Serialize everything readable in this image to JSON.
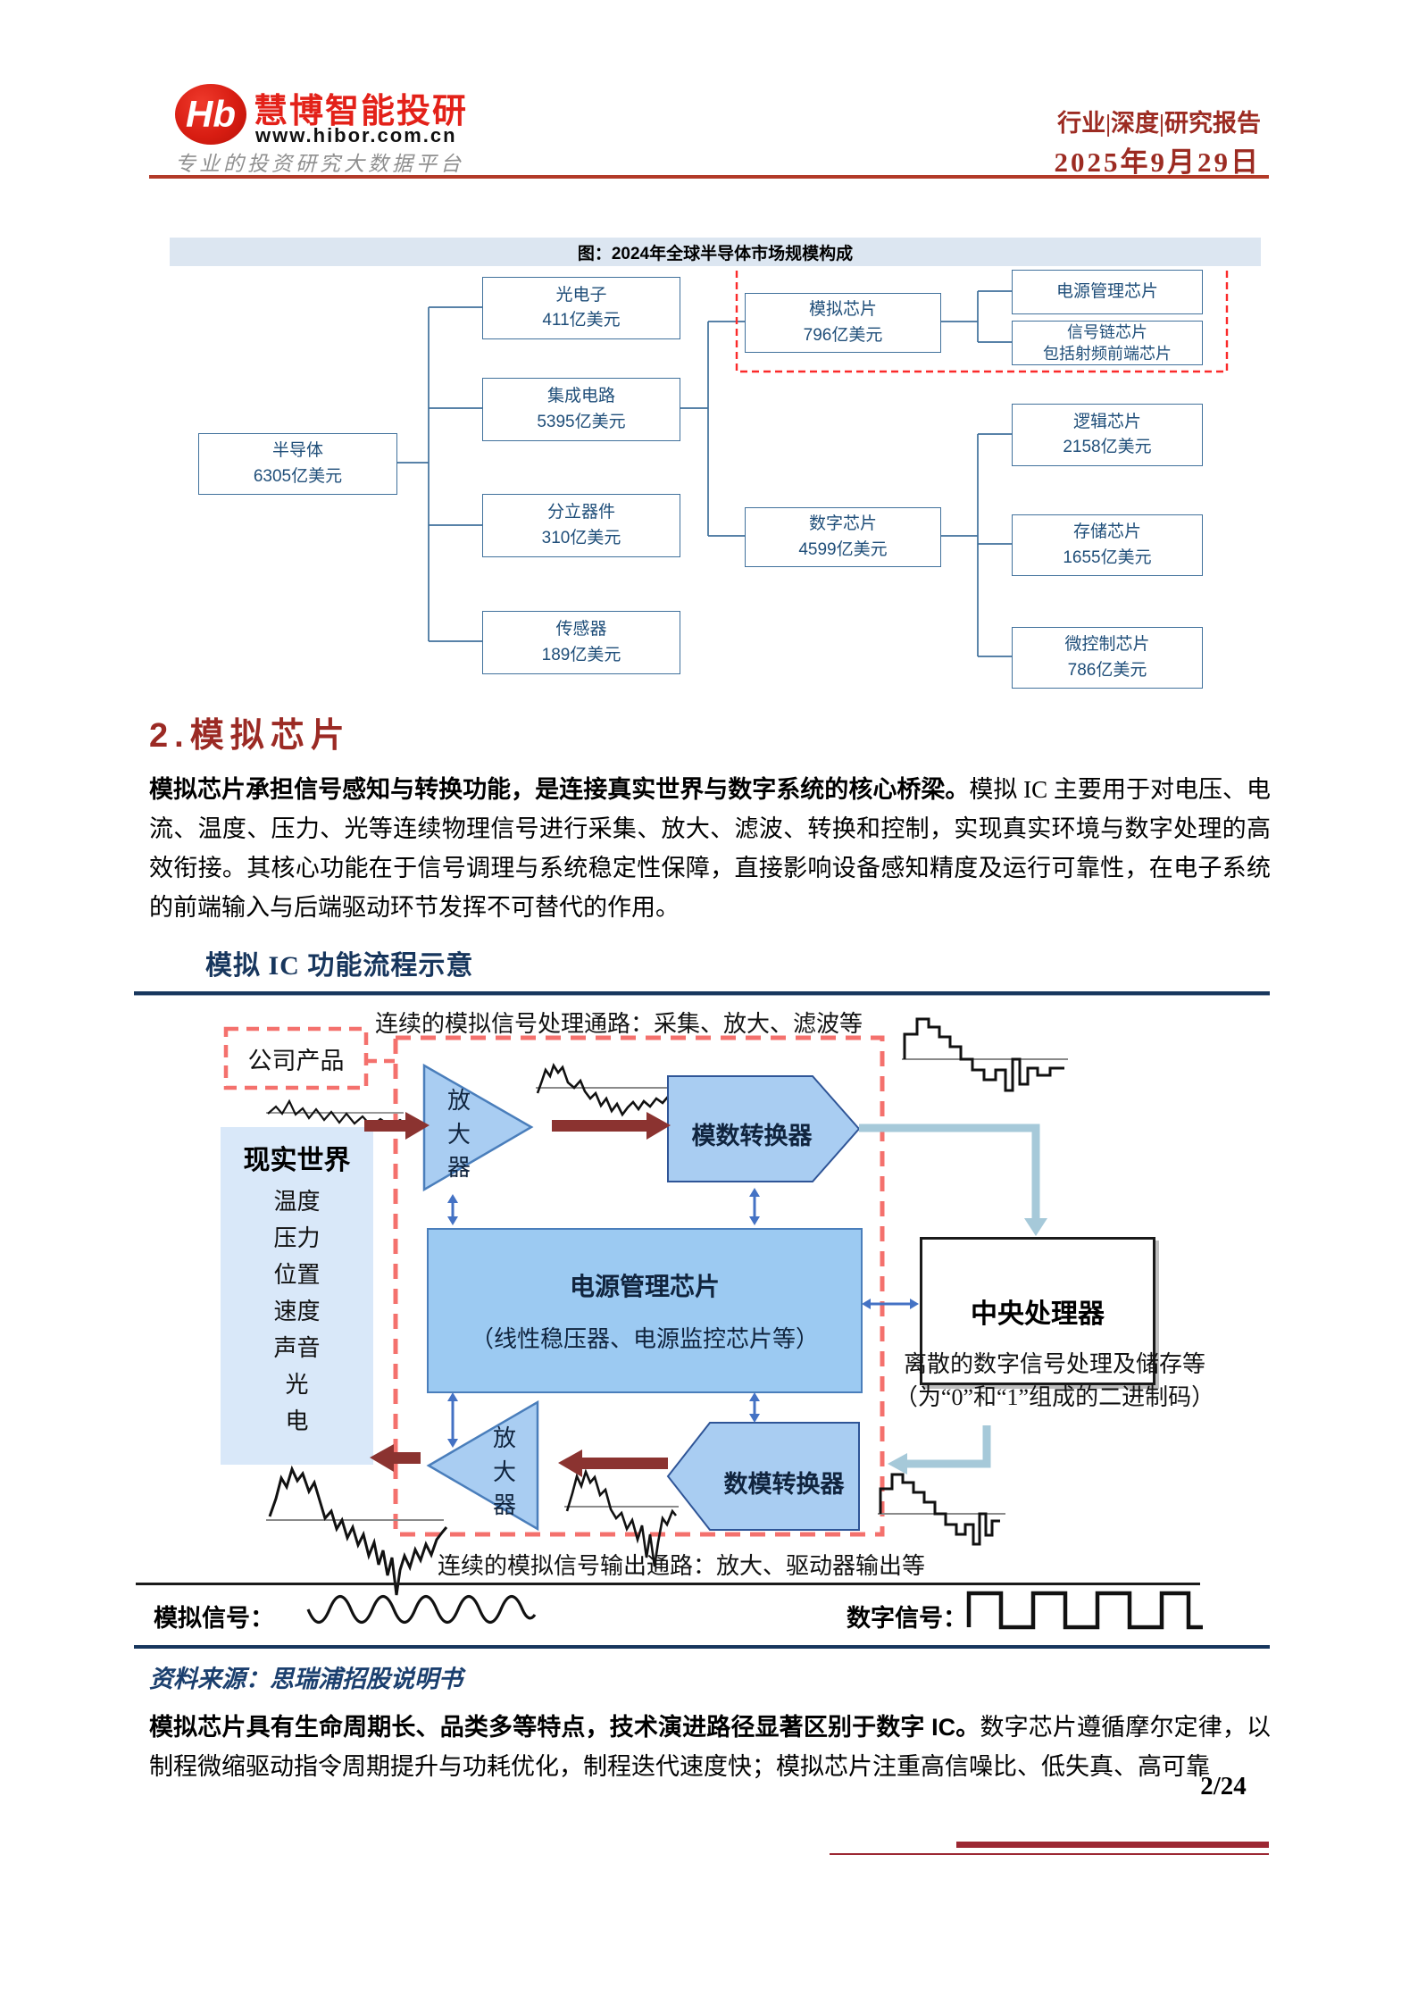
{
  "header": {
    "logo_icon_text": "Hb",
    "brand": "慧博智能投研",
    "url": "www.hibor.com.cn",
    "tagline": "专业的投资研究大数据平台",
    "doc_type": "行业|深度|研究报告",
    "date": "2025年9月29日"
  },
  "figure1": {
    "title": "图：2024年全球半导体市场规模构成",
    "root": {
      "name": "半导体",
      "value": "6305亿美元"
    },
    "level2": [
      {
        "name": "光电子",
        "value": "411亿美元"
      },
      {
        "name": "集成电路",
        "value": "5395亿美元"
      },
      {
        "name": "分立器件",
        "value": "310亿美元"
      },
      {
        "name": "传感器",
        "value": "189亿美元"
      }
    ],
    "level3": [
      {
        "name": "模拟芯片",
        "value": "796亿美元"
      },
      {
        "name": "数字芯片",
        "value": "4599亿美元"
      }
    ],
    "analog_children": [
      {
        "name": "电源管理芯片"
      },
      {
        "name": "信号链芯片",
        "note": "包括射频前端芯片"
      }
    ],
    "digital_children": [
      {
        "name": "逻辑芯片",
        "value": "2158亿美元"
      },
      {
        "name": "存储芯片",
        "value": "1655亿美元"
      },
      {
        "name": "微控制芯片",
        "value": "786亿美元"
      }
    ]
  },
  "section": {
    "heading": "2.模拟芯片",
    "para1_bold": "模拟芯片承担信号感知与转换功能，是连接真实世界与数字系统的核心桥梁。",
    "para1_rest": "模拟 IC 主要用于对电压、电流、温度、压力、光等连续物理信号进行采集、放大、滤波、转换和控制，实现真实环境与数字处理的高效衔接。其核心功能在于信号调理与系统稳定性保障，直接影响设备感知精度及运行可靠性，在电子系统的前端输入与后端驱动环节发挥不可替代的作用。"
  },
  "figure2": {
    "title": "模拟 IC 功能流程示意",
    "top_caption": "连续的模拟信号处理通路：采集、放大、滤波等",
    "company_label": "公司产品",
    "real_world": {
      "title": "现实世界",
      "items": [
        "温度",
        "压力",
        "位置",
        "速度",
        "声音",
        "光",
        "电"
      ]
    },
    "amp_chars": [
      "放",
      "大",
      "器"
    ],
    "adc_label": "模数转换器",
    "pm_line1": "电源管理芯片",
    "pm_line2": "（线性稳压器、电源监控芯片等）",
    "cpu_label": "中央处理器",
    "digital_note1": "离散的数字信号处理及储存等",
    "digital_note2": "（为“0”和“1”组成的二进制码）",
    "dac_label": "数模转换器",
    "bottom_caption": "连续的模拟信号输出通路：放大、驱动器输出等",
    "analog_signal_label": "模拟信号：",
    "digital_signal_label": "数字信号：",
    "source": "资料来源：思瑞浦招股说明书"
  },
  "para2": {
    "bold": "模拟芯片具有生命周期长、品类多等特点，技术演进路径显著区别于数字 IC。",
    "rest": "数字芯片遵循摩尔定律，以制程微缩驱动指令周期提升与功耗优化，制程迭代速度快；模拟芯片注重高信噪比、低失真、高可靠"
  },
  "footer": {
    "page": "2/24"
  },
  "colors": {
    "brand_red": "#e32119",
    "maroon": "#9c2b22",
    "header_rule": "#b23a28",
    "navy": "#17365d",
    "tree_text": "#1f4e79",
    "tree_line": "#41719c",
    "band_bg": "#dce6f1",
    "box_blue_fill": "#a9cdf2",
    "pm_fill": "#9ccaf2",
    "real_world_fill": "#d9e8f9",
    "dashed_salmon": "#f4716d",
    "dashed_red": "#fb2a2a",
    "arrow_dark_red": "#8b3330",
    "arrow_blue": "#4472c4",
    "arrow_teal": "#a6c9d9",
    "footer_bar": "#9c2732"
  }
}
